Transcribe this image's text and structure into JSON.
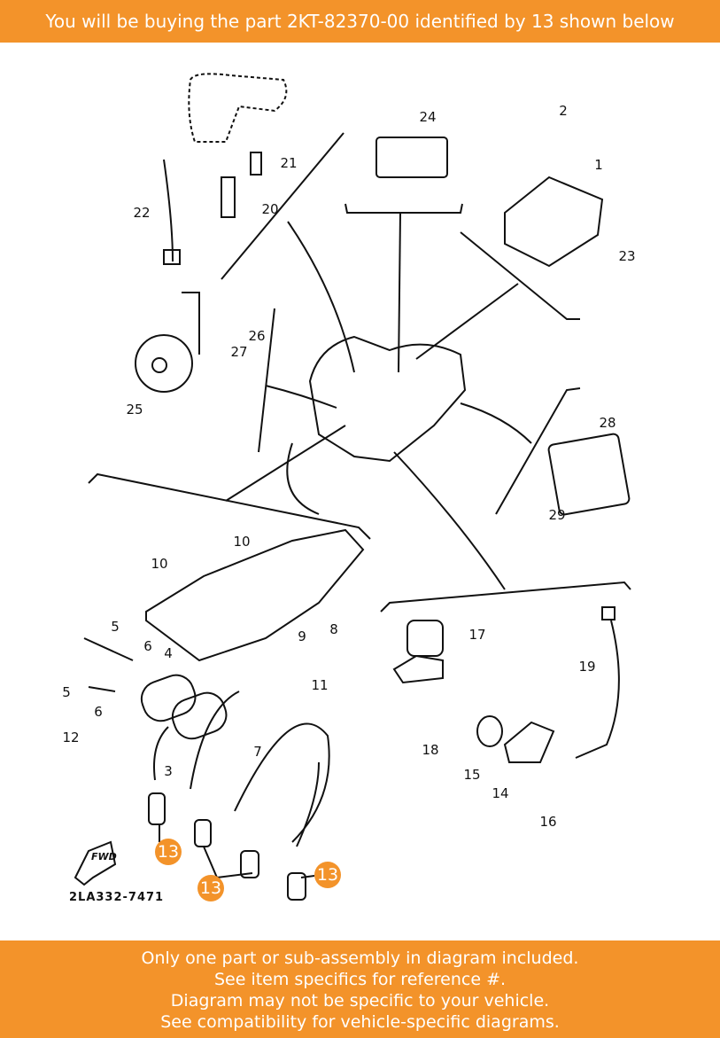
{
  "header": {
    "text": "You will be buying the part 2KT-82370-00 identified by 13 shown below"
  },
  "diagram": {
    "part_number": "2KT-82370-00",
    "highlighted_ref": "13",
    "drawing_code": "2LA332-7471",
    "fwd_label": "FWD",
    "labels": [
      "1",
      "2",
      "20",
      "21",
      "22",
      "23",
      "24",
      "25",
      "26",
      "27",
      "28",
      "29",
      "10",
      "10",
      "8",
      "9",
      "5",
      "6",
      "4",
      "5",
      "6",
      "11",
      "12",
      "7",
      "3",
      "17",
      "19",
      "18",
      "15",
      "14",
      "16"
    ],
    "highlight_labels": [
      "13",
      "13",
      "13"
    ],
    "highlight_color": "#f3932a"
  },
  "footer": {
    "lines": [
      "Only one part or sub-assembly in diagram included.",
      "See item specifics for reference #.",
      "Diagram may not be specific to your vehicle.",
      "See compatibility for vehicle-specific diagrams."
    ]
  }
}
